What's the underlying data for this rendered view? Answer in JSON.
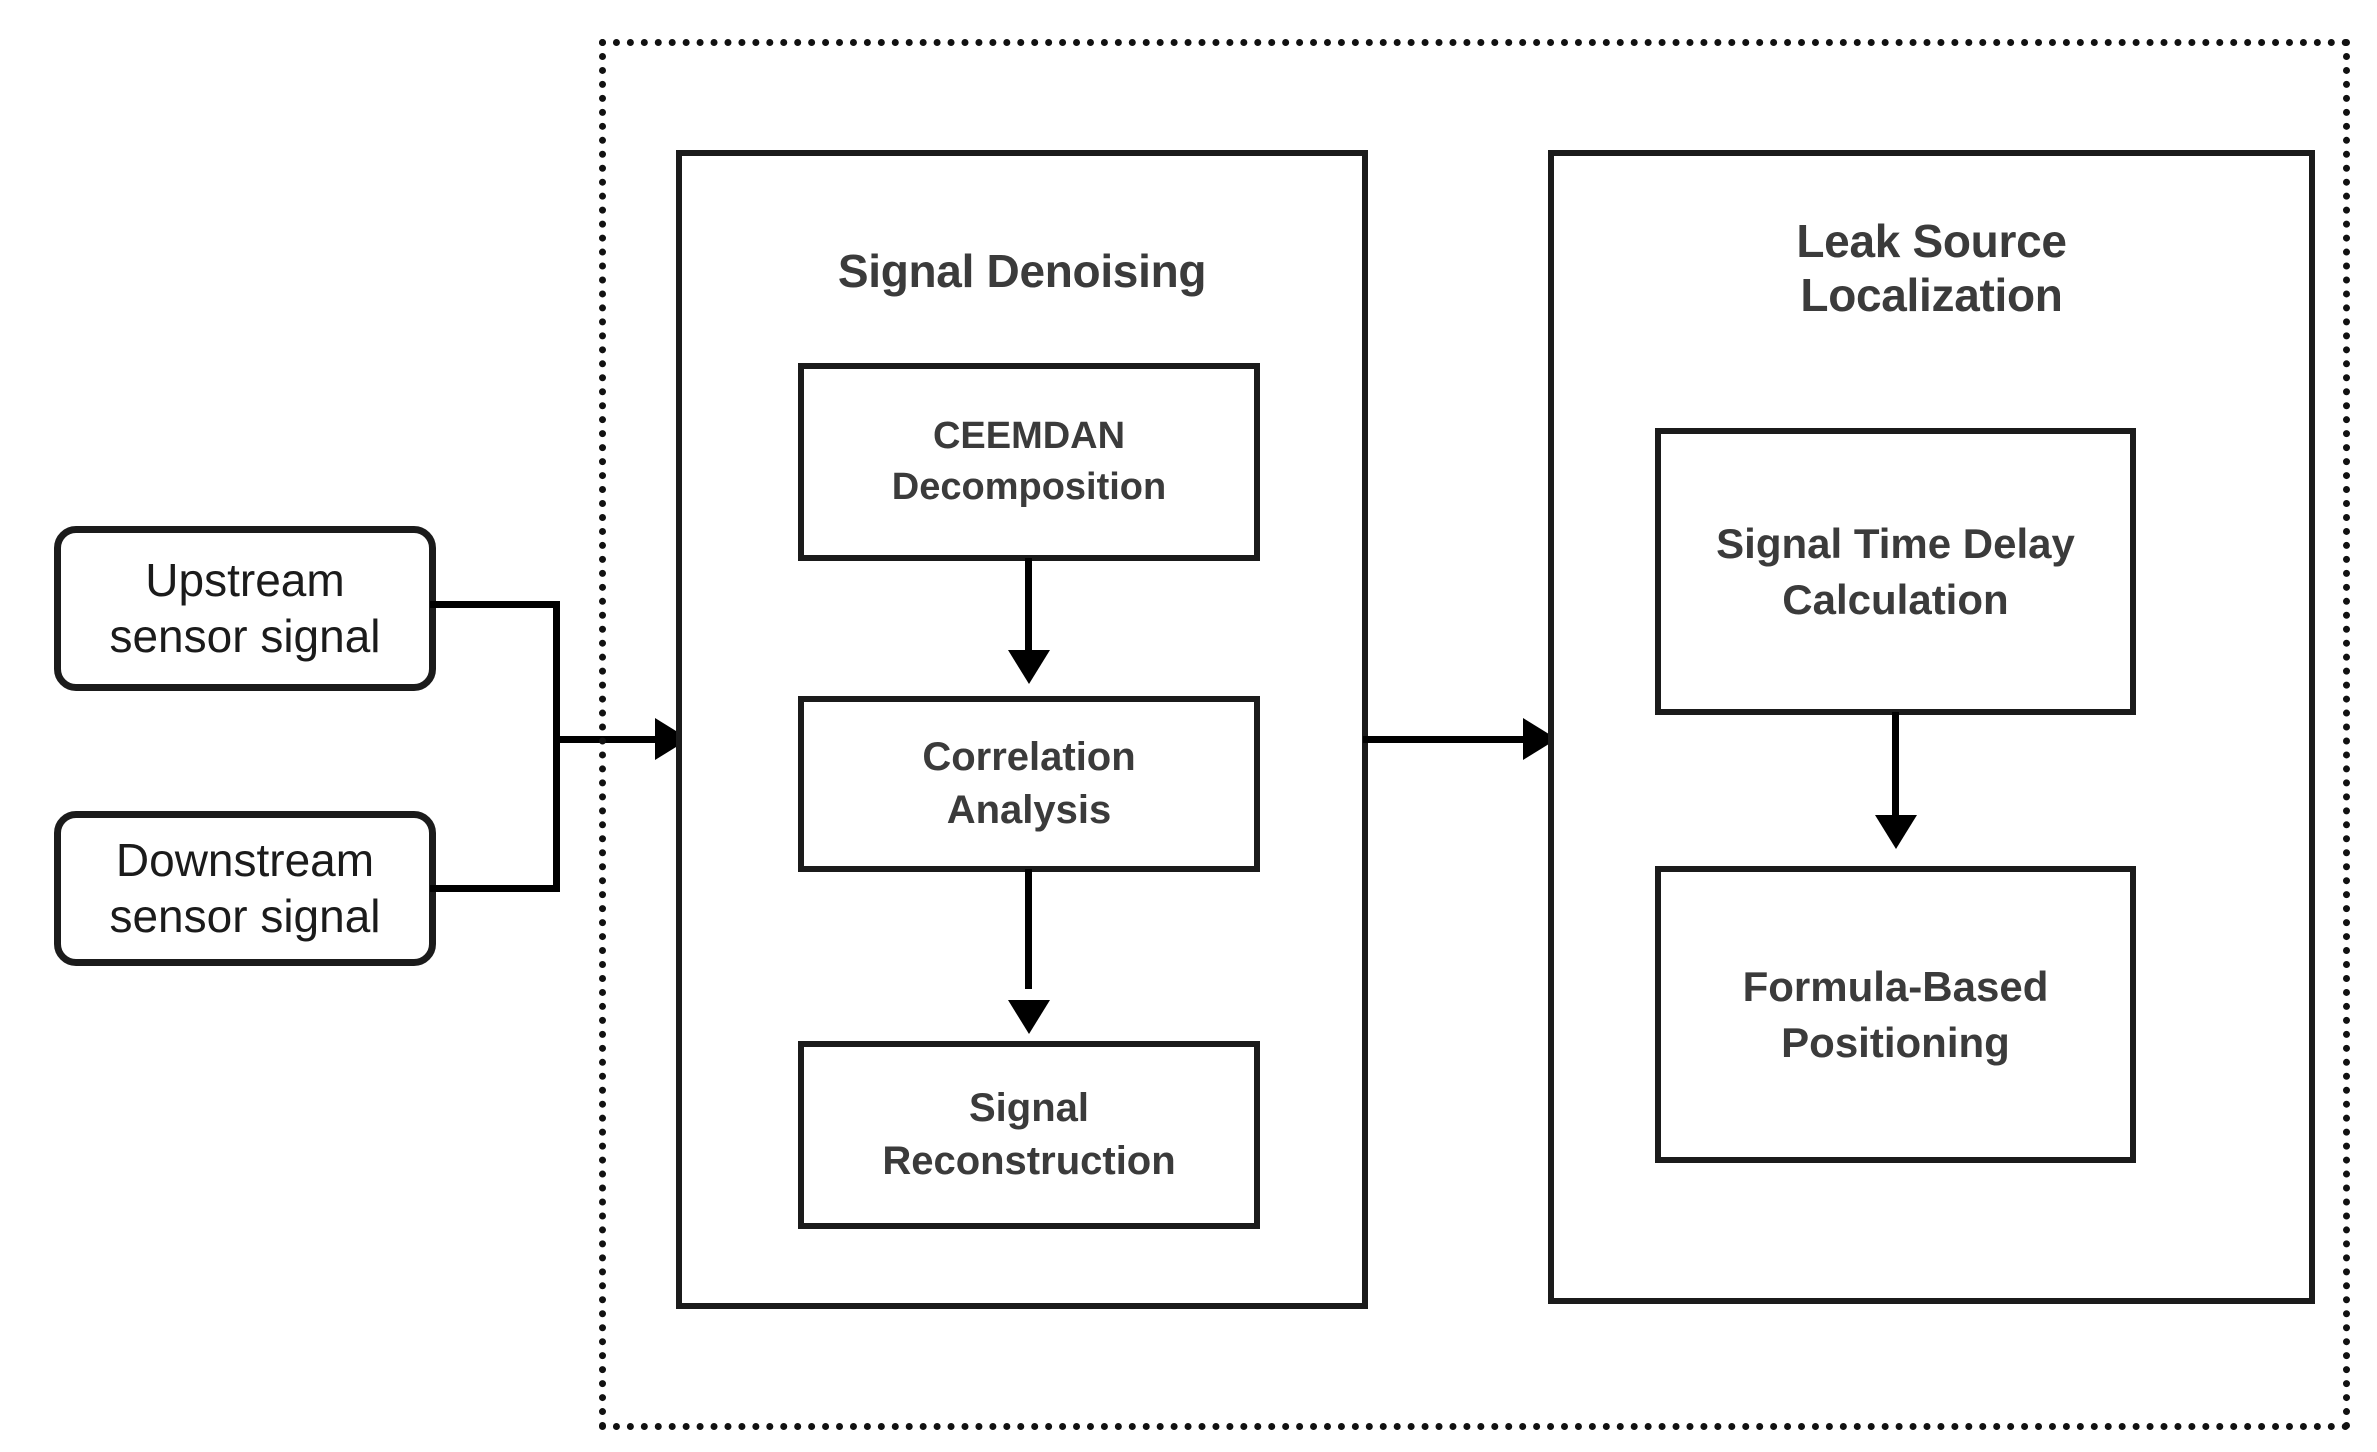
{
  "diagram": {
    "inputs": [
      {
        "id": "upstream-sensor",
        "label": "Upstream\nsensor signal"
      },
      {
        "id": "downstream-sensor",
        "label": "Downstream\nsensor signal"
      }
    ],
    "stages": [
      {
        "id": "signal-denoising",
        "title": "Signal Denoising",
        "steps": [
          {
            "id": "ceemdan-decomposition",
            "label": "CEEMDAN\nDecomposition"
          },
          {
            "id": "correlation-analysis",
            "label": "Correlation\nAnalysis"
          },
          {
            "id": "signal-reconstruction",
            "label": "Signal\nReconstruction"
          }
        ]
      },
      {
        "id": "leak-source-localization",
        "title": "Leak Source\nLocalization",
        "steps": [
          {
            "id": "signal-time-delay-calculation",
            "label": "Signal Time Delay\nCalculation"
          },
          {
            "id": "formula-based-positioning",
            "label": "Formula-Based\nPositioning"
          }
        ]
      }
    ],
    "connectors": [
      {
        "id": "sensors-to-denoising",
        "from": "sensor-signals",
        "to": "signal-denoising",
        "kind": "arrow-right"
      },
      {
        "id": "ceemdan-to-correlation",
        "from": "ceemdan-decomposition",
        "to": "correlation-analysis",
        "kind": "arrow-down"
      },
      {
        "id": "correlation-to-recon",
        "from": "correlation-analysis",
        "to": "signal-reconstruction",
        "kind": "arrow-down"
      },
      {
        "id": "denoising-to-localization",
        "from": "signal-denoising",
        "to": "leak-source-localization",
        "kind": "arrow-right"
      },
      {
        "id": "delay-to-formula",
        "from": "signal-time-delay-calculation",
        "to": "formula-based-positioning",
        "kind": "arrow-down"
      }
    ],
    "colors": {
      "stroke": "#1b1b1b",
      "text": "#3b3b3b",
      "input_text": "#1b1b1b",
      "background": "#ffffff",
      "dotted_border": "#111111"
    }
  }
}
